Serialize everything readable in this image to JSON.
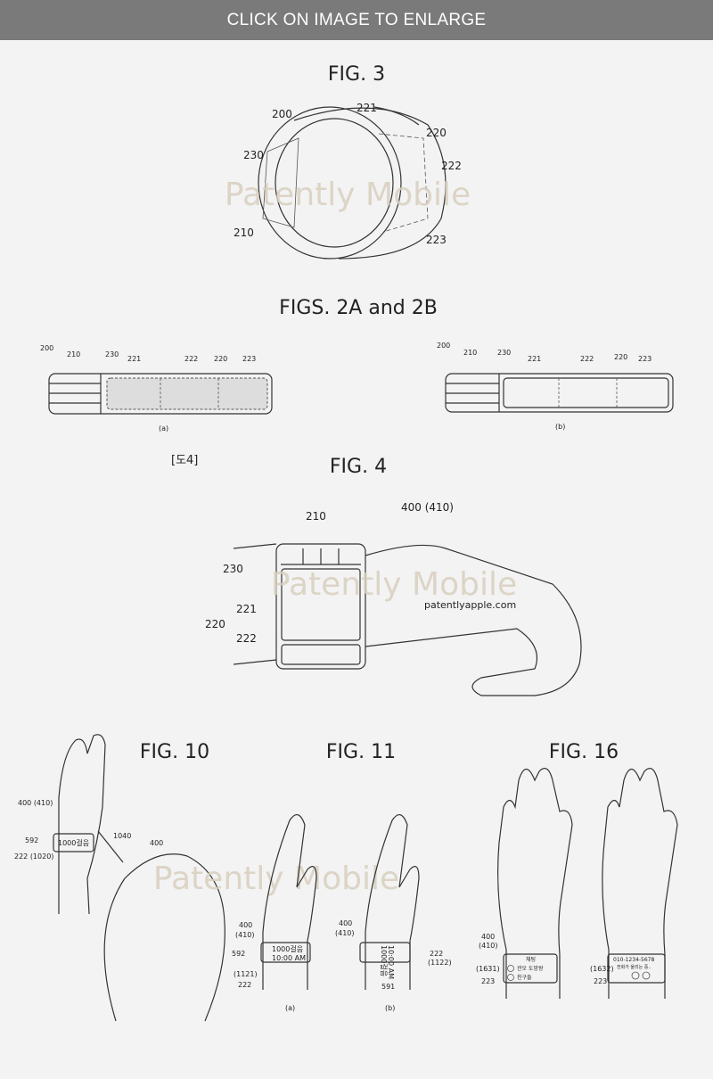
{
  "header": {
    "label": "CLICK ON IMAGE TO ENLARGE"
  },
  "fig3": {
    "title": "FIG. 3",
    "labels": [
      "200",
      "221",
      "220",
      "230",
      "222",
      "210",
      "223"
    ]
  },
  "fig2": {
    "title": "FIGS. 2A and 2B",
    "a": {
      "labels": [
        "200",
        "210",
        "230",
        "221",
        "222",
        "220",
        "223"
      ],
      "caption": "(a)"
    },
    "b": {
      "labels": [
        "200",
        "210",
        "230",
        "221",
        "222",
        "220",
        "223"
      ],
      "caption": "(b)"
    }
  },
  "fig4": {
    "title": "FIG. 4",
    "korean_label": "[도4]",
    "labels": [
      "210",
      "400 (410)",
      "230",
      "221",
      "220",
      "222"
    ],
    "url": "patentlyapple.com"
  },
  "fig10": {
    "title": "FIG. 10",
    "labels": [
      "400 (410)",
      "592",
      "222 (1020)",
      "1040",
      "400"
    ],
    "display": "1000걸음"
  },
  "fig11": {
    "title": "FIG. 11",
    "a": {
      "labels": [
        "400",
        "(410)",
        "592",
        "(1121)",
        "222"
      ],
      "display_line1": "1000걸음",
      "display_line2": "10:00 AM",
      "caption": "(a)"
    },
    "b": {
      "labels": [
        "400",
        "(410)",
        "222",
        "(1122)",
        "591"
      ],
      "display_line1": "1000걸음",
      "display_line2": "10:00 AM",
      "caption": "(b)"
    }
  },
  "fig16": {
    "title": "FIG. 16",
    "a": {
      "labels": [
        "400",
        "(410)",
        "(1631)",
        "223"
      ],
      "display_title": "채팅",
      "items": [
        "관오 도망왕",
        "친구들"
      ]
    },
    "b": {
      "labels": [
        "(1632)",
        "223"
      ],
      "display_title": "010-1234-5678",
      "display_sub": "전화가 울리는 중.."
    }
  },
  "watermark": "Patently Mobile"
}
